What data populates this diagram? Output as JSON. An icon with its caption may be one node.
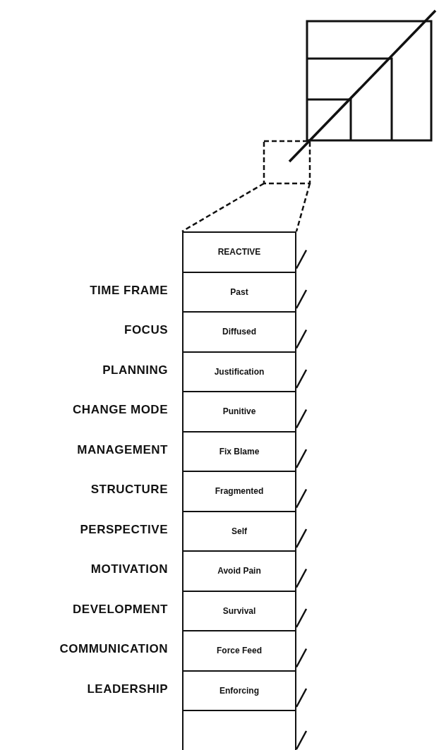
{
  "diagram": {
    "nodes": [
      {
        "text": [
          "REACTIVE"
        ]
      },
      {
        "text": [
          "Past"
        ],
        "beside": [
          "TIME FRAME"
        ]
      },
      {
        "text": [
          "Diffused"
        ],
        "beside": [
          "FOCUS"
        ]
      },
      {
        "text": [
          "Justification"
        ],
        "beside": [
          "PLANNING"
        ]
      },
      {
        "text": [
          "Punitive"
        ],
        "beside": [
          "CHANGE MODE"
        ]
      },
      {
        "text": [
          "Fix Blame"
        ],
        "beside": [
          "MANAGEMENT"
        ]
      },
      {
        "text": [
          "Fragmented"
        ],
        "beside": [
          "STRUCTURE"
        ]
      },
      {
        "text": [
          "Self"
        ],
        "beside": [
          "PERSPECTIVE"
        ]
      },
      {
        "text": [
          "Avoid Pain"
        ],
        "beside": [
          "MOTIVATION"
        ]
      },
      {
        "text": [
          "Survival"
        ],
        "beside": [
          "DEVELOPMENT"
        ]
      },
      {
        "text": [
          "Force Feed"
        ],
        "beside": [
          "COMMUNICATION"
        ]
      },
      {
        "text": [
          "Enforcing"
        ],
        "beside": [
          "LEADERSHIP"
        ]
      },
      {
        "text": [],
        "shape": "box"
      }
    ]
  }
}
